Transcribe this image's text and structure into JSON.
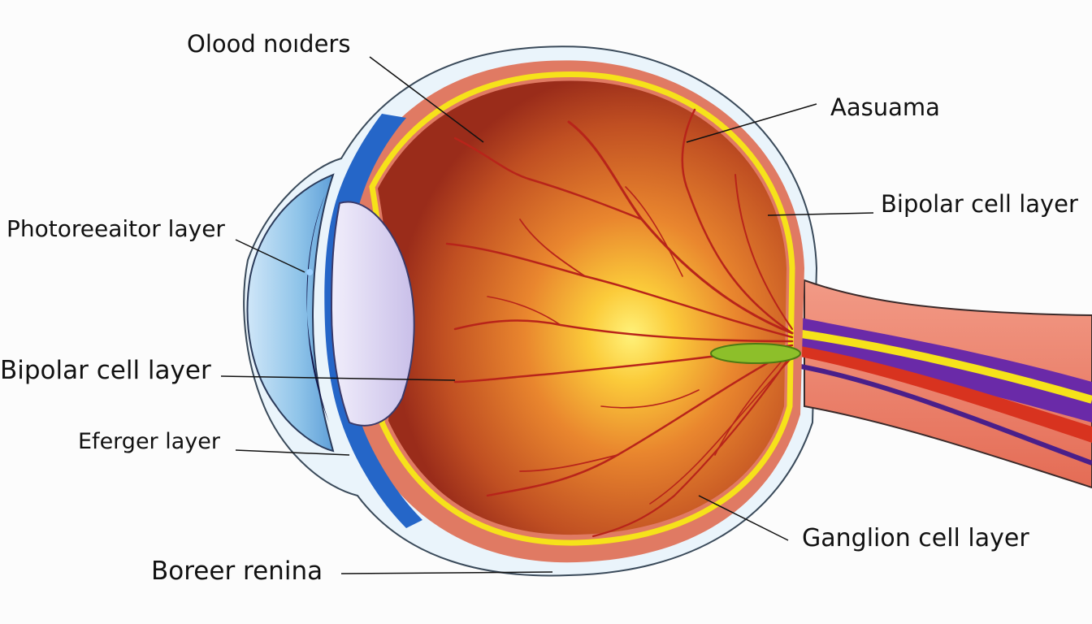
{
  "labels": {
    "olood_noiders": "Olood noıders",
    "aasuama": "Aasuama",
    "bipolar_right": "Bipolar cell layer",
    "photoreceptor": "Photoreeaitor layer",
    "bipolar_left": "Bipolar cell layer",
    "eferger": "Eferger layer",
    "ganglion": "Ganglion cell layer",
    "boreer": "Boreer renina"
  },
  "colors": {
    "sclera_outline": "#d9ecf7",
    "choroid": "#e07a63",
    "retina_yellow": "#f6e21a",
    "vitreous_center": "#ffe24a",
    "vitreous_edge": "#a8301a",
    "vessel": "#b8241a",
    "cornea": "#8fc4e9",
    "lens": "#d9d2f0",
    "iris_blue": "#2566c8",
    "nerve_purple": "#6a2aa8",
    "optic_disc_green": "#8dbf2a"
  }
}
